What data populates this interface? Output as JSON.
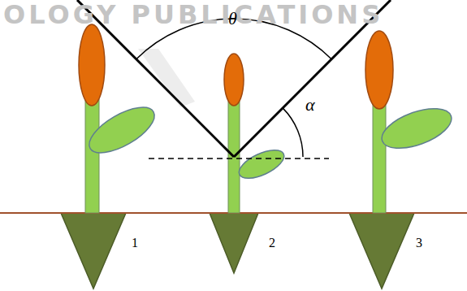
{
  "diagram": {
    "labels": [
      "OLOGY PUBLICATIONS",
      "θ",
      "α",
      "1",
      "2",
      "3"
    ]
  }
}
